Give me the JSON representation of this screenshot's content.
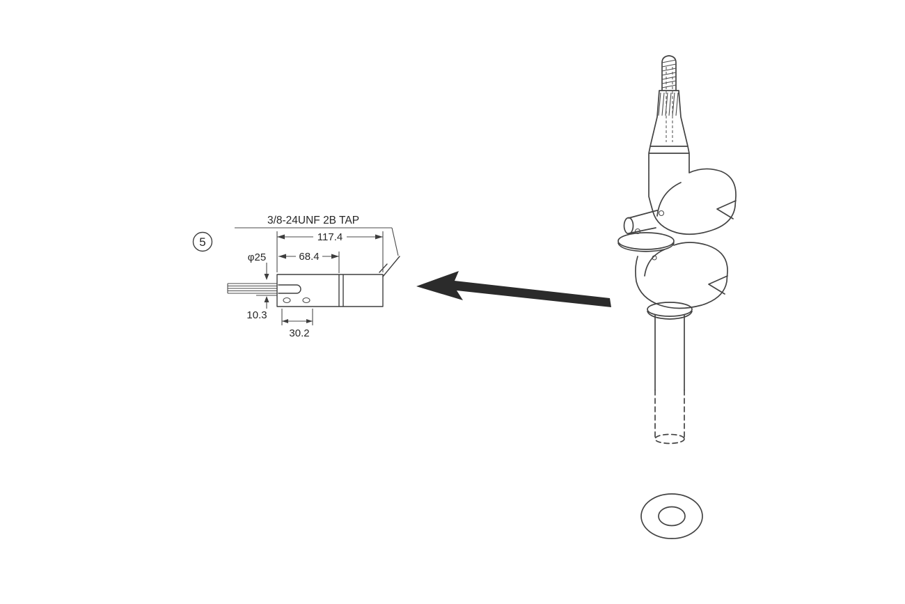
{
  "figure": {
    "callout_number": "5",
    "detail": {
      "tap_label": "3/8-24UNF 2B TAP",
      "dim_overall_length": "117.4",
      "dim_diameter": "φ25",
      "dim_tap_depth": "68.4",
      "dim_slot_offset": "10.3",
      "dim_slot_length": "30.2"
    },
    "colors": {
      "line": "#3e3e3e",
      "background": "#ffffff",
      "arrow": "#2b2b2b"
    }
  }
}
